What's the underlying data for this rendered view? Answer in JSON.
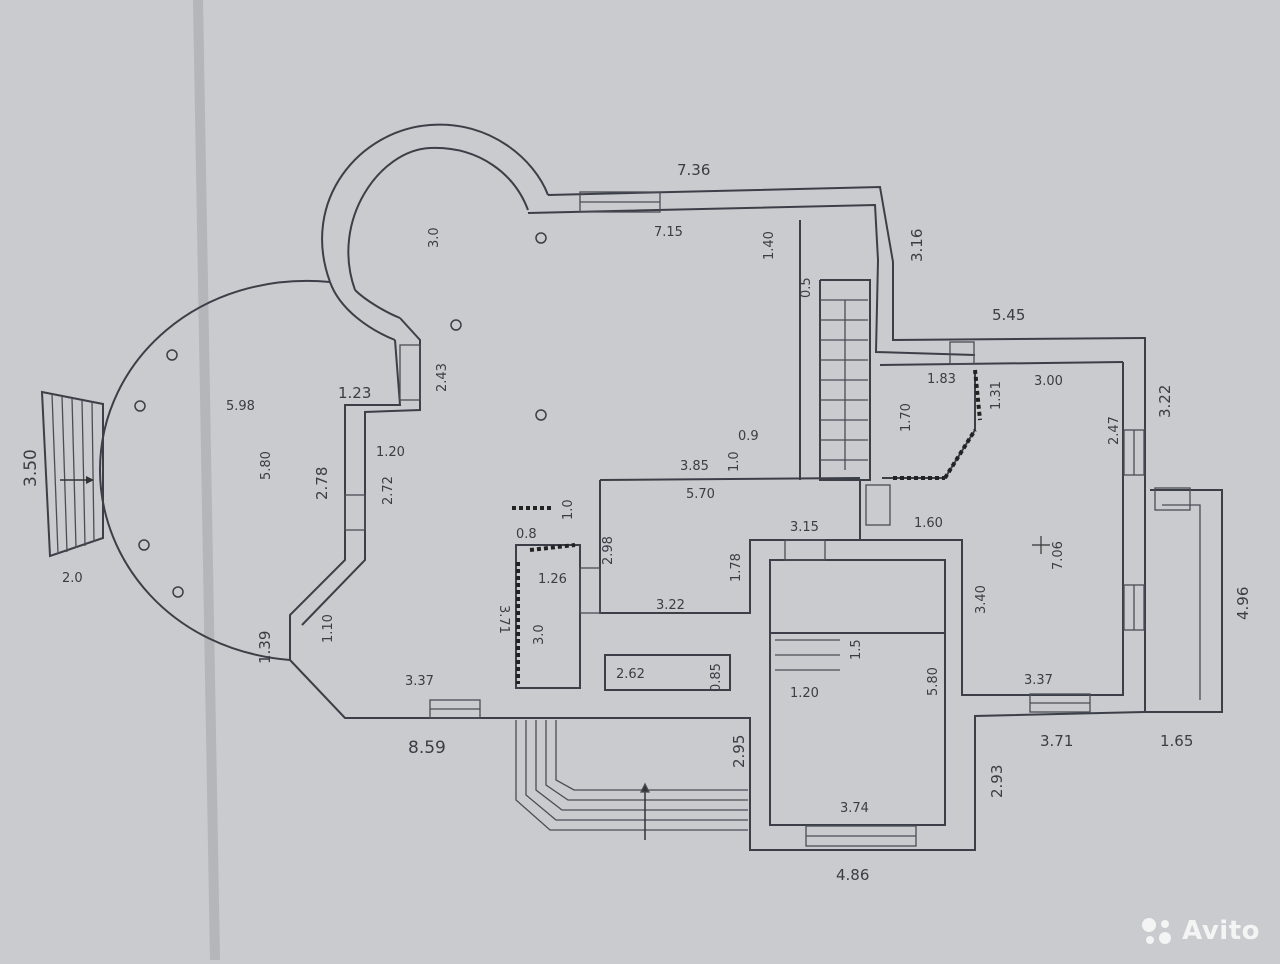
{
  "plan": {
    "dimensions": {
      "d_736": "7.36",
      "d_715": "7.15",
      "d_316": "3.16",
      "d_140": "1.40",
      "d_05": "0.5",
      "d_545": "5.45",
      "d_183": "1.83",
      "d_300": "3.00",
      "d_131": "1.31",
      "d_170": "1.70",
      "d_322": "3.22",
      "d_247": "2.47",
      "d_30a": "3.0",
      "d_598": "5.98",
      "d_580a": "5.80",
      "d_123": "1.23",
      "d_243": "2.43",
      "d_120": "1.20",
      "d_278": "2.78",
      "d_272": "2.72",
      "d_350": "3.50",
      "d_20": "2.0",
      "d_139": "1.39",
      "d_110": "1.10",
      "d_337a": "3.37",
      "d_859": "8.59",
      "d_09": "0.9",
      "d_10a": "1.0",
      "d_385": "3.85",
      "d_570": "5.70",
      "d_10b": "1.0",
      "d_08": "0.8",
      "d_298": "2.98",
      "d_126": "1.26",
      "d_371": "3.71",
      "d_30b": "3.0",
      "d_178": "1.78",
      "d_322b": "3.22",
      "d_315": "3.15",
      "d_160": "1.60",
      "d_706": "7.06",
      "d_340": "3.40",
      "d_15": "1.5",
      "d_580b": "5.80",
      "d_262": "2.62",
      "d_085": "0.85",
      "d_295": "2.95",
      "d_120b": "1.20",
      "d_374": "3.74",
      "d_486": "4.86",
      "d_337b": "3.37",
      "d_371b": "3.71",
      "d_165": "1.65",
      "d_293": "2.93",
      "d_496": "4.96"
    }
  },
  "watermark": {
    "text": "Avito",
    "icon": "avito-logo-icon"
  },
  "colors": {
    "background": "#c9cbce",
    "line": "#3c3f47",
    "watermark": "#f4f4f4"
  }
}
